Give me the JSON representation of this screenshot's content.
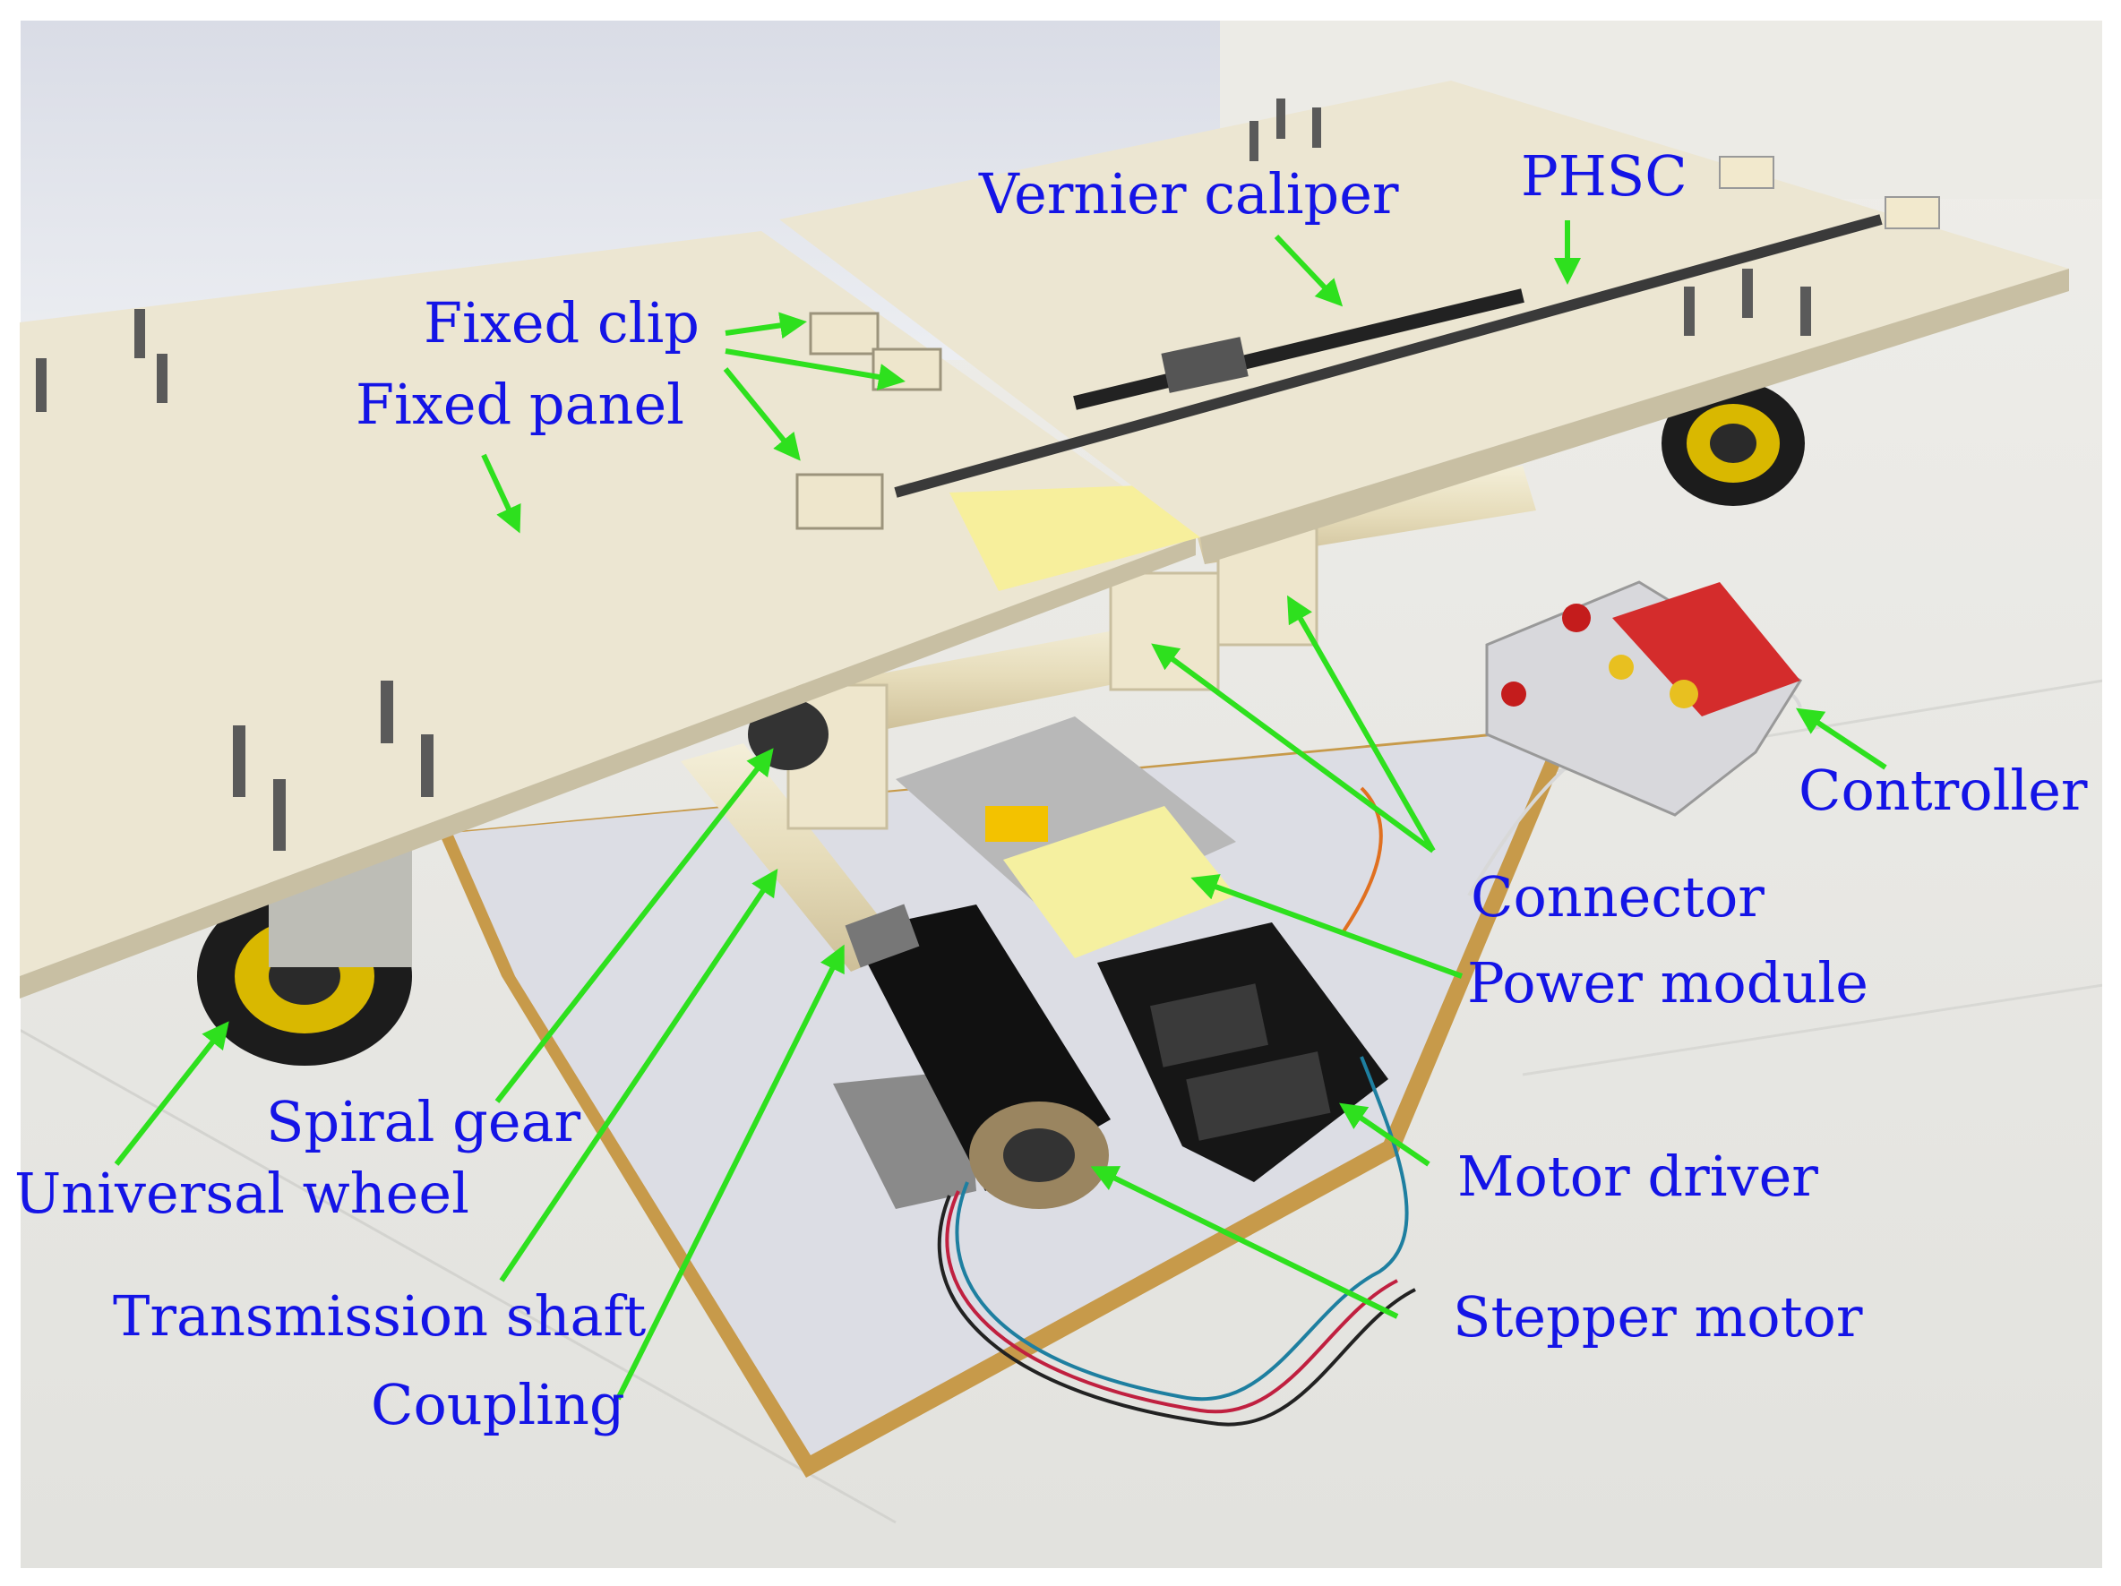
{
  "colors": {
    "label_text": "#1414e6",
    "arrow": "#2ee01e",
    "wall": "#dfe2ea",
    "floor": "#e7e7e3",
    "wood_panel": "#e8e0c8",
    "motor_black": "#1a1a1a"
  },
  "labels": {
    "vernier_caliper": "Vernier caliper",
    "phsc": "PHSC",
    "fixed_clip": "Fixed clip",
    "fixed_panel": "Fixed panel",
    "controller": "Controller",
    "connector": "Connector",
    "power_module": "Power module",
    "spiral_gear": "Spiral gear",
    "universal_wheel": "Universal wheel",
    "motor_driver": "Motor driver",
    "transmission_shaft": "Transmission shaft",
    "stepper_motor": "Stepper motor",
    "coupling": "Coupling"
  }
}
